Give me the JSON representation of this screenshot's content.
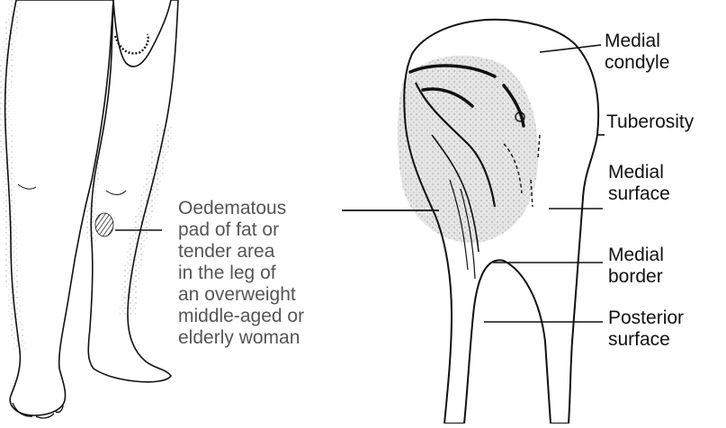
{
  "annotation": {
    "lines": [
      "Oedematous",
      "pad of fat or",
      "tender area",
      "in the leg of",
      "an overweight",
      "middle-aged or",
      "elderly woman"
    ]
  },
  "bone_labels": {
    "medial_condyle": [
      "Medial",
      "condyle"
    ],
    "tuberosity": [
      "Tuberosity"
    ],
    "medial_surface": [
      "Medial",
      "surface"
    ],
    "medial_border": [
      "Medial",
      "border"
    ],
    "posterior_surface": [
      "Posterior",
      "surface"
    ]
  }
}
